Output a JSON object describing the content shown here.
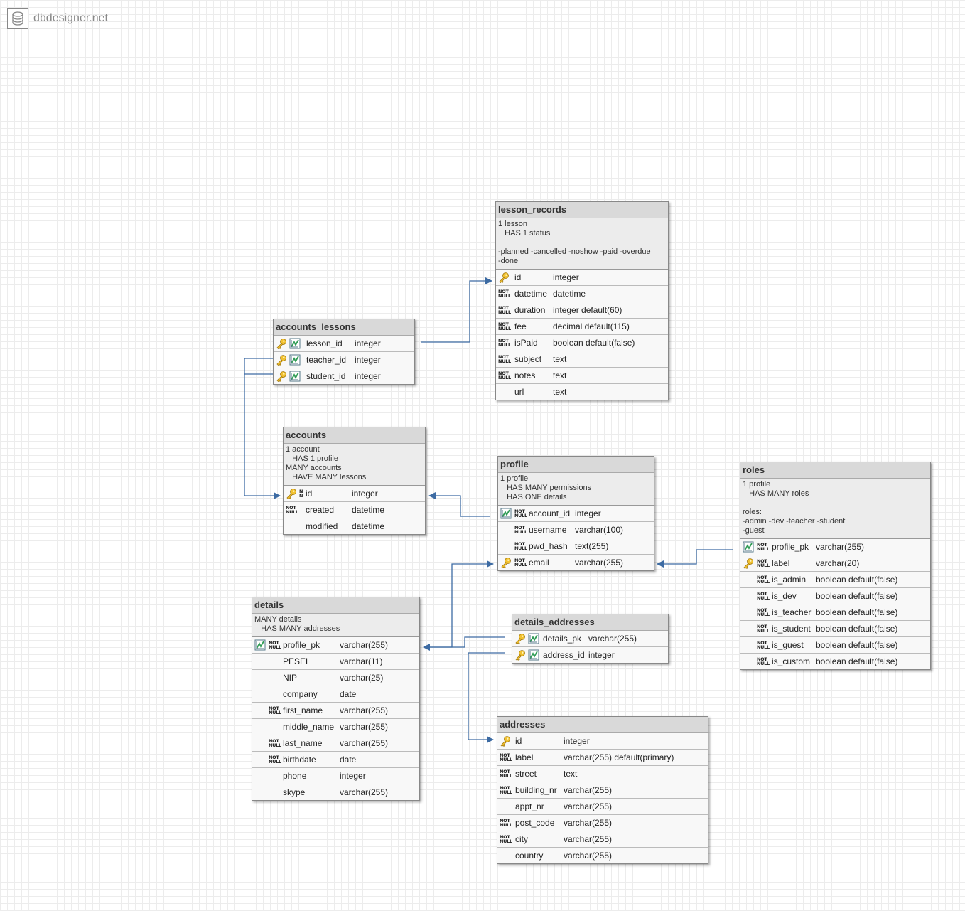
{
  "app": {
    "brand": "dbdesigner.net"
  },
  "colors": {
    "link": "#3d6ba3",
    "header": "#d9d9d9"
  },
  "tables": {
    "lesson_records": {
      "name": "lesson_records",
      "desc": "1 lesson\n   HAS 1 status\n\n-planned -cancelled -noshow -paid -overdue\n-done",
      "rows": [
        {
          "name": "id",
          "type": "integer",
          "pk": true
        },
        {
          "name": "datetime",
          "type": "datetime",
          "nn": true
        },
        {
          "name": "duration",
          "type": "integer default(60)",
          "nn": true
        },
        {
          "name": "fee",
          "type": "decimal default(115)",
          "nn": true
        },
        {
          "name": "isPaid",
          "type": "boolean default(false)",
          "nn": true
        },
        {
          "name": "subject",
          "type": "text",
          "nn": true
        },
        {
          "name": "notes",
          "type": "text",
          "nn": true
        },
        {
          "name": "url",
          "type": "text"
        }
      ]
    },
    "accounts_lessons": {
      "name": "accounts_lessons",
      "rows": [
        {
          "name": "lesson_id",
          "type": "integer",
          "pk": true,
          "fk": true
        },
        {
          "name": "teacher_id",
          "type": "integer",
          "pk": true,
          "fk": true
        },
        {
          "name": "student_id",
          "type": "integer",
          "pk": true,
          "fk": true
        }
      ]
    },
    "accounts": {
      "name": "accounts",
      "desc": "1 account\n   HAS 1 profile\nMANY accounts\n   HAVE MANY lessons",
      "rows": [
        {
          "name": "id",
          "type": "integer",
          "pk": true,
          "nn_small": true
        },
        {
          "name": "created",
          "type": "datetime",
          "nn": true
        },
        {
          "name": "modified",
          "type": "datetime"
        }
      ]
    },
    "profile": {
      "name": "profile",
      "desc": "1 profile\n   HAS MANY permissions\n   HAS ONE details",
      "rows": [
        {
          "name": "account_id",
          "type": "integer",
          "fk": true,
          "nn": true
        },
        {
          "name": "username",
          "type": "varchar(100)",
          "nn": true
        },
        {
          "name": "pwd_hash",
          "type": "text(255)",
          "nn": true
        },
        {
          "name": "email",
          "type": "varchar(255)",
          "pk": true,
          "nn": true
        }
      ]
    },
    "roles": {
      "name": "roles",
      "desc": "1 profile\n   HAS MANY roles\n\nroles:\n-admin -dev -teacher -student\n-guest",
      "rows": [
        {
          "name": "profile_pk",
          "type": "varchar(255)",
          "fk": true,
          "nn": true
        },
        {
          "name": "label",
          "type": "varchar(20)",
          "pk": true,
          "nn": true
        },
        {
          "name": "is_admin",
          "type": "boolean default(false)",
          "nn": true
        },
        {
          "name": "is_dev",
          "type": "boolean default(false)",
          "nn": true
        },
        {
          "name": "is_teacher",
          "type": "boolean default(false)",
          "nn": true
        },
        {
          "name": "is_student",
          "type": "boolean default(false)",
          "nn": true
        },
        {
          "name": "is_guest",
          "type": "boolean default(false)",
          "nn": true
        },
        {
          "name": "is_custom",
          "type": "boolean default(false)",
          "nn": true
        }
      ]
    },
    "details": {
      "name": "details",
      "desc": "MANY details\n   HAS MANY addresses",
      "rows": [
        {
          "name": "profile_pk",
          "type": "varchar(255)",
          "fk": true,
          "nn": true
        },
        {
          "name": "PESEL",
          "type": "varchar(11)"
        },
        {
          "name": "NIP",
          "type": "varchar(25)"
        },
        {
          "name": "company",
          "type": "date"
        },
        {
          "name": "first_name",
          "type": "varchar(255)",
          "nn": true
        },
        {
          "name": "middle_name",
          "type": "varchar(255)"
        },
        {
          "name": "last_name",
          "type": "varchar(255)",
          "nn": true
        },
        {
          "name": "birthdate",
          "type": "date",
          "nn": true
        },
        {
          "name": "phone",
          "type": "integer"
        },
        {
          "name": "skype",
          "type": "varchar(255)"
        }
      ]
    },
    "details_addresses": {
      "name": "details_addresses",
      "rows": [
        {
          "name": "details_pk",
          "type": "varchar(255)",
          "pk": true,
          "fk": true
        },
        {
          "name": "address_id",
          "type": "integer",
          "pk": true,
          "fk": true
        }
      ]
    },
    "addresses": {
      "name": "addresses",
      "rows": [
        {
          "name": "id",
          "type": "integer",
          "pk": true
        },
        {
          "name": "label",
          "type": "varchar(255) default(primary)",
          "nn": true
        },
        {
          "name": "street",
          "type": "text",
          "nn": true
        },
        {
          "name": "building_nr",
          "type": "varchar(255)",
          "nn": true
        },
        {
          "name": "appt_nr",
          "type": "varchar(255)"
        },
        {
          "name": "post_code",
          "type": "varchar(255)",
          "nn": true
        },
        {
          "name": "city",
          "type": "varchar(255)",
          "nn": true
        },
        {
          "name": "country",
          "type": "varchar(255)"
        }
      ]
    }
  }
}
